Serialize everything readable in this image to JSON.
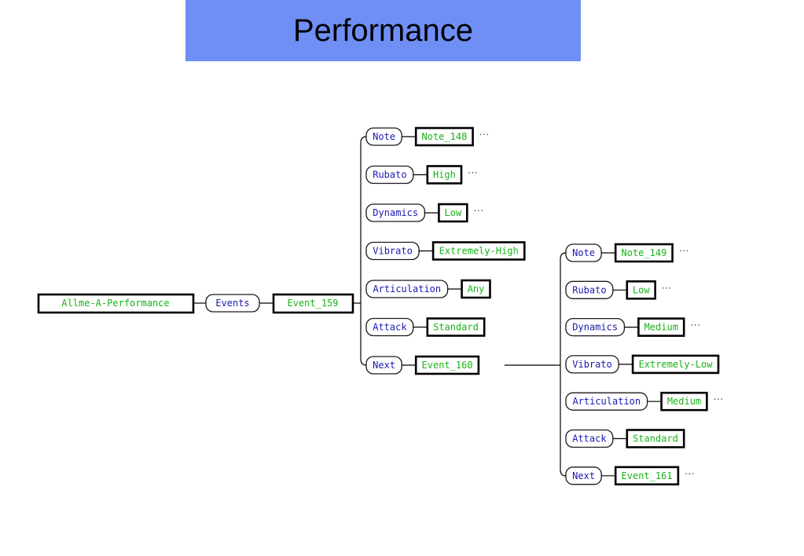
{
  "title": "Performance",
  "more": "···",
  "root": {
    "label": "Allme-A-Performance"
  },
  "events_slot": {
    "label": "Events"
  },
  "event_159": {
    "label": "Event_159"
  },
  "event_159_slots": [
    {
      "slot": "Note",
      "value": "Note_148",
      "more": true
    },
    {
      "slot": "Rubato",
      "value": "High",
      "more": true
    },
    {
      "slot": "Dynamics",
      "value": "Low",
      "more": true
    },
    {
      "slot": "Vibrato",
      "value": "Extremely-High",
      "more": false
    },
    {
      "slot": "Articulation",
      "value": "Any",
      "more": false
    },
    {
      "slot": "Attack",
      "value": "Standard",
      "more": false
    },
    {
      "slot": "Next",
      "value": "Event_160",
      "more": false
    }
  ],
  "event_160_slots": [
    {
      "slot": "Note",
      "value": "Note_149",
      "more": true
    },
    {
      "slot": "Rubato",
      "value": "Low",
      "more": true
    },
    {
      "slot": "Dynamics",
      "value": "Medium",
      "more": true
    },
    {
      "slot": "Vibrato",
      "value": "Extremely-Low",
      "more": false
    },
    {
      "slot": "Articulation",
      "value": "Medium",
      "more": true
    },
    {
      "slot": "Attack",
      "value": "Standard",
      "more": false
    },
    {
      "slot": "Next",
      "value": "Event_161",
      "more": true
    }
  ]
}
